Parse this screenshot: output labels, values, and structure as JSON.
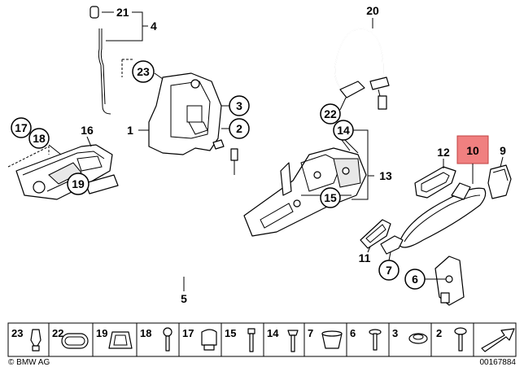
{
  "callouts": {
    "c1": "1",
    "c2": "2",
    "c3": "3",
    "c4": "4",
    "c5": "5",
    "c6": "6",
    "c7": "7",
    "c9": "9",
    "c10": "10",
    "c11": "11",
    "c12": "12",
    "c13": "13",
    "c14": "14",
    "c15": "15",
    "c16": "16",
    "c17": "17",
    "c18": "18",
    "c19": "19",
    "c20": "20",
    "c21": "21",
    "c22": "22",
    "c23": "23"
  },
  "strip": {
    "items": [
      "23",
      "22",
      "19",
      "18",
      "17",
      "15",
      "14",
      "7",
      "6",
      "3",
      "2"
    ]
  },
  "footer": {
    "copyright": "© BMW AG",
    "diagram_number": "00167884"
  },
  "highlight_color": "#f08080"
}
